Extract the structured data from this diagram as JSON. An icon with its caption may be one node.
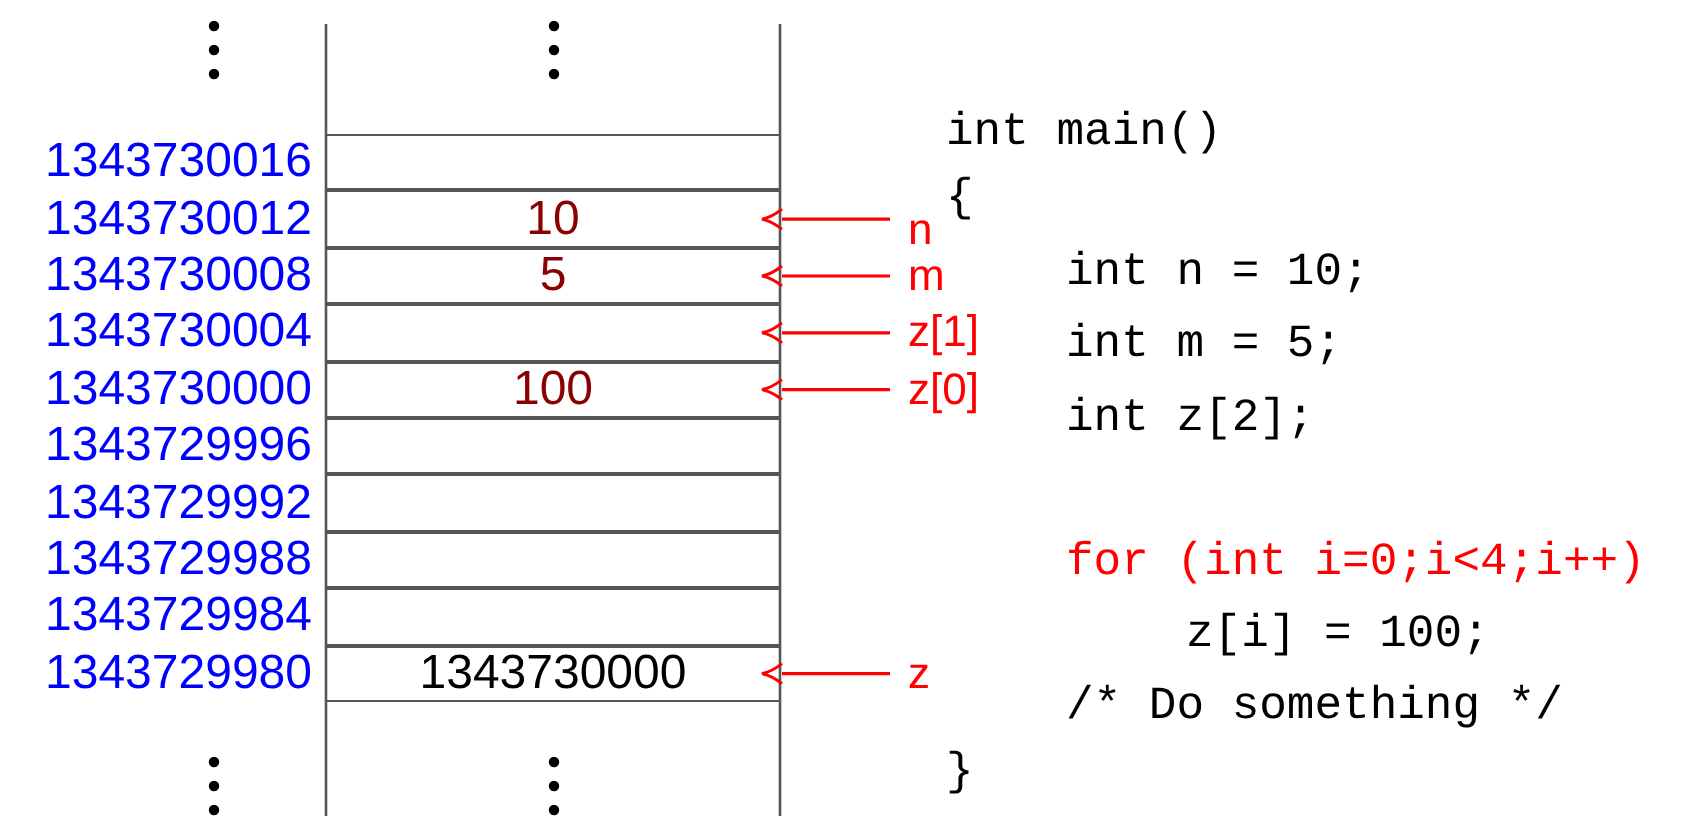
{
  "diagram": {
    "nodes": [
      {
        "text": [],
        "shape": "box"
      },
      {
        "text": [
          "10"
        ]
      },
      {
        "text": [
          "5"
        ]
      },
      {
        "text": [],
        "shape": "box"
      },
      {
        "text": [
          "100"
        ]
      },
      {
        "text": [],
        "shape": "box"
      },
      {
        "text": [],
        "shape": "box"
      },
      {
        "text": [],
        "shape": "box"
      },
      {
        "text": [],
        "shape": "box"
      },
      {
        "text": [
          "1343730000"
        ]
      },
      {
        "text": [
          "n"
        ]
      },
      {
        "text": [
          "m"
        ]
      },
      {
        "text": [
          "z[1]"
        ]
      },
      {
        "text": [
          "z[0]"
        ]
      },
      {
        "text": [
          "z"
        ]
      }
    ],
    "edges": [
      {
        "from": 10,
        "to": 1,
        "arrow": "to"
      },
      {
        "from": 11,
        "to": 2,
        "arrow": "to"
      },
      {
        "from": 12,
        "to": 3,
        "arrow": "to"
      },
      {
        "from": 13,
        "to": 4,
        "arrow": "to"
      },
      {
        "from": 14,
        "to": 9,
        "arrow": "to"
      }
    ],
    "labels": [
      "1343730016",
      "1343730012",
      "1343730008",
      "1343730004",
      "1343730000",
      "1343729996",
      "1343729992",
      "1343729988",
      "1343729984",
      "1343729980",
      "int main()",
      "{",
      "int n = 10;",
      "int m = 5;",
      "int z[2];",
      "for (int i=0;i<4;i++)",
      "z[i] = 100;",
      "/* Do something */",
      "}"
    ]
  }
}
